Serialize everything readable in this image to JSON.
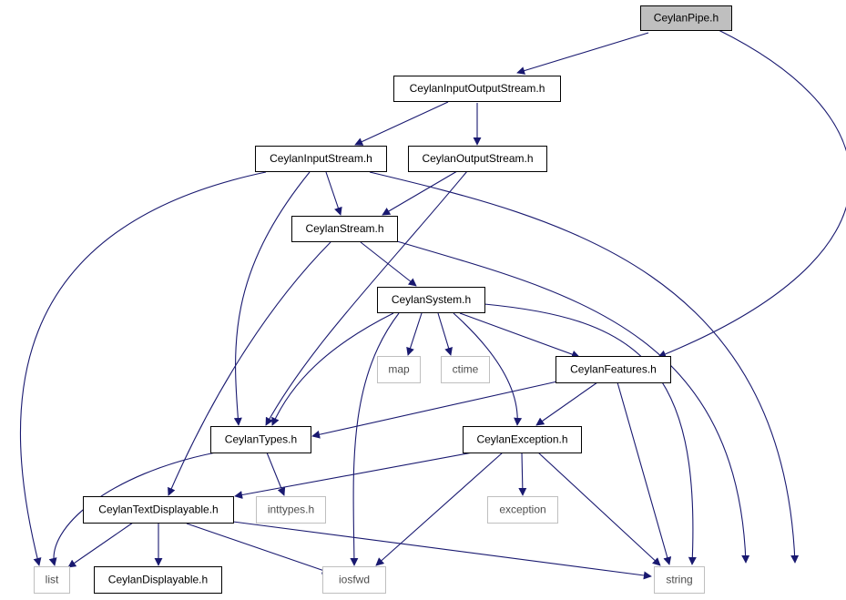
{
  "diagram": {
    "edge_color": "#191970",
    "nodes": [
      {
        "id": "pipe",
        "label": "CeylanPipe.h",
        "kind": "root"
      },
      {
        "id": "ios",
        "label": "CeylanInputOutputStream.h",
        "kind": "project"
      },
      {
        "id": "is",
        "label": "CeylanInputStream.h",
        "kind": "project"
      },
      {
        "id": "os",
        "label": "CeylanOutputStream.h",
        "kind": "project"
      },
      {
        "id": "stream",
        "label": "CeylanStream.h",
        "kind": "project"
      },
      {
        "id": "system",
        "label": "CeylanSystem.h",
        "kind": "project"
      },
      {
        "id": "map",
        "label": "map",
        "kind": "system"
      },
      {
        "id": "ctime",
        "label": "ctime",
        "kind": "system"
      },
      {
        "id": "features",
        "label": "CeylanFeatures.h",
        "kind": "project"
      },
      {
        "id": "types",
        "label": "CeylanTypes.h",
        "kind": "project"
      },
      {
        "id": "exception",
        "label": "CeylanException.h",
        "kind": "project"
      },
      {
        "id": "textdisp",
        "label": "CeylanTextDisplayable.h",
        "kind": "project"
      },
      {
        "id": "inttypes",
        "label": "inttypes.h",
        "kind": "system"
      },
      {
        "id": "exc",
        "label": "exception",
        "kind": "system"
      },
      {
        "id": "list",
        "label": "list",
        "kind": "system"
      },
      {
        "id": "disp",
        "label": "CeylanDisplayable.h",
        "kind": "project"
      },
      {
        "id": "iosfwd",
        "label": "iosfwd",
        "kind": "system"
      },
      {
        "id": "string",
        "label": "string",
        "kind": "system"
      }
    ],
    "edges": [
      {
        "from": "pipe",
        "to": "ios"
      },
      {
        "from": "pipe",
        "to": "features"
      },
      {
        "from": "ios",
        "to": "is"
      },
      {
        "from": "ios",
        "to": "os"
      },
      {
        "from": "is",
        "to": "stream"
      },
      {
        "from": "is",
        "to": "types"
      },
      {
        "from": "is",
        "to": "list"
      },
      {
        "from": "is",
        "to": "string"
      },
      {
        "from": "os",
        "to": "stream"
      },
      {
        "from": "os",
        "to": "types"
      },
      {
        "from": "stream",
        "to": "system"
      },
      {
        "from": "stream",
        "to": "textdisp"
      },
      {
        "from": "stream",
        "to": "string"
      },
      {
        "from": "system",
        "to": "map"
      },
      {
        "from": "system",
        "to": "ctime"
      },
      {
        "from": "system",
        "to": "features"
      },
      {
        "from": "system",
        "to": "types"
      },
      {
        "from": "system",
        "to": "exception"
      },
      {
        "from": "system",
        "to": "iosfwd"
      },
      {
        "from": "system",
        "to": "string"
      },
      {
        "from": "features",
        "to": "types"
      },
      {
        "from": "features",
        "to": "exception"
      },
      {
        "from": "features",
        "to": "string"
      },
      {
        "from": "types",
        "to": "inttypes"
      },
      {
        "from": "types",
        "to": "list"
      },
      {
        "from": "exception",
        "to": "textdisp"
      },
      {
        "from": "exception",
        "to": "exc"
      },
      {
        "from": "exception",
        "to": "iosfwd"
      },
      {
        "from": "exception",
        "to": "string"
      },
      {
        "from": "textdisp",
        "to": "list"
      },
      {
        "from": "textdisp",
        "to": "disp"
      },
      {
        "from": "textdisp",
        "to": "iosfwd"
      },
      {
        "from": "textdisp",
        "to": "string"
      }
    ]
  }
}
